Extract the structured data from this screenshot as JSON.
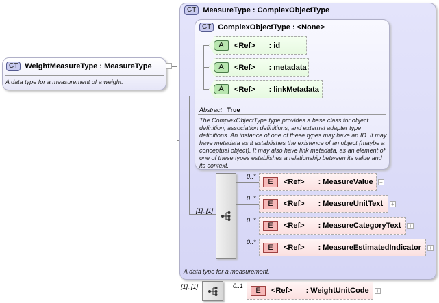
{
  "root": {
    "badge": "CT",
    "name": "WeightMeasureType",
    "base": "MeasureType",
    "description": "A data type for a measurement of a weight."
  },
  "measure_type": {
    "badge": "CT",
    "name": "MeasureType",
    "base": "ComplexObjectType",
    "description": "A data type for a measurement."
  },
  "complex_object_type": {
    "badge": "CT",
    "name": "ComplexObjectType",
    "base": "<None>",
    "attributes": [
      {
        "badge": "A",
        "ref": "<Ref>",
        "name": ": id"
      },
      {
        "badge": "A",
        "ref": "<Ref>",
        "name": ": metadata"
      },
      {
        "badge": "A",
        "ref": "<Ref>",
        "name": ": linkMetadata"
      }
    ],
    "abstract_label": "Abstract",
    "abstract_value": "True",
    "description": "The ComplexObjectType type provides a base class for object definition, association definitions, and external adapter type definitions. An instance of one of these types may have an ID. It may have metadata as it establishes the existence of an object (maybe a conceptual object). It may also have link metadata, as an element of one of these types establishes a relationship between its value and its context."
  },
  "measure_sequence": {
    "multiplicity": "[1]..[1]",
    "elements": [
      {
        "badge": "E",
        "ref": "<Ref>",
        "name": ": MeasureValue",
        "multiplicity": "0..*"
      },
      {
        "badge": "E",
        "ref": "<Ref>",
        "name": ": MeasureUnitText",
        "multiplicity": "0..*"
      },
      {
        "badge": "E",
        "ref": "<Ref>",
        "name": ": MeasureCategoryText",
        "multiplicity": "0..*"
      },
      {
        "badge": "E",
        "ref": "<Ref>",
        "name": ": MeasureEstimatedIndicator",
        "multiplicity": "0..*"
      }
    ]
  },
  "weight_sequence": {
    "multiplicity": "[1]..[1]",
    "elements": [
      {
        "badge": "E",
        "ref": "<Ref>",
        "name": ": WeightUnitCode",
        "multiplicity": "0..1"
      }
    ]
  },
  "expand_symbol": "+",
  "collapse_symbol": "−"
}
